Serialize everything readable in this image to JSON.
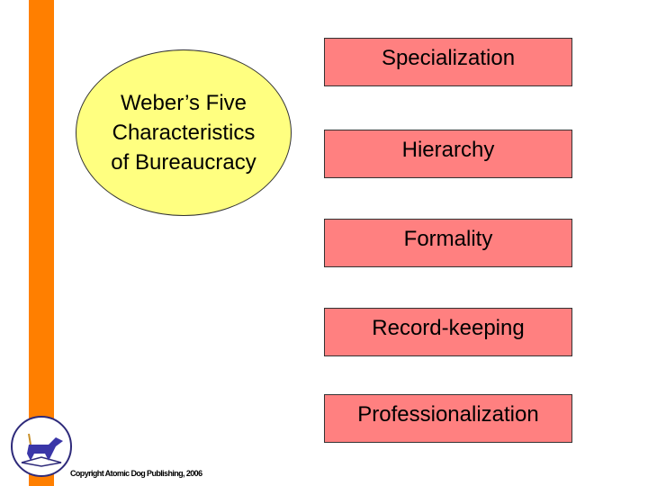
{
  "title": "Weber’s Five\nCharacteristics\nof Bureaucracy",
  "items": [
    "Specialization",
    "Hierarchy",
    "Formality",
    "Record-keeping",
    "Professionalization"
  ],
  "copyright": "Copyright Atomic Dog Publishing, 2006",
  "colors": {
    "accent_bar": "#ff7f00",
    "oval": "#ffff80",
    "box": "#ff8080"
  }
}
